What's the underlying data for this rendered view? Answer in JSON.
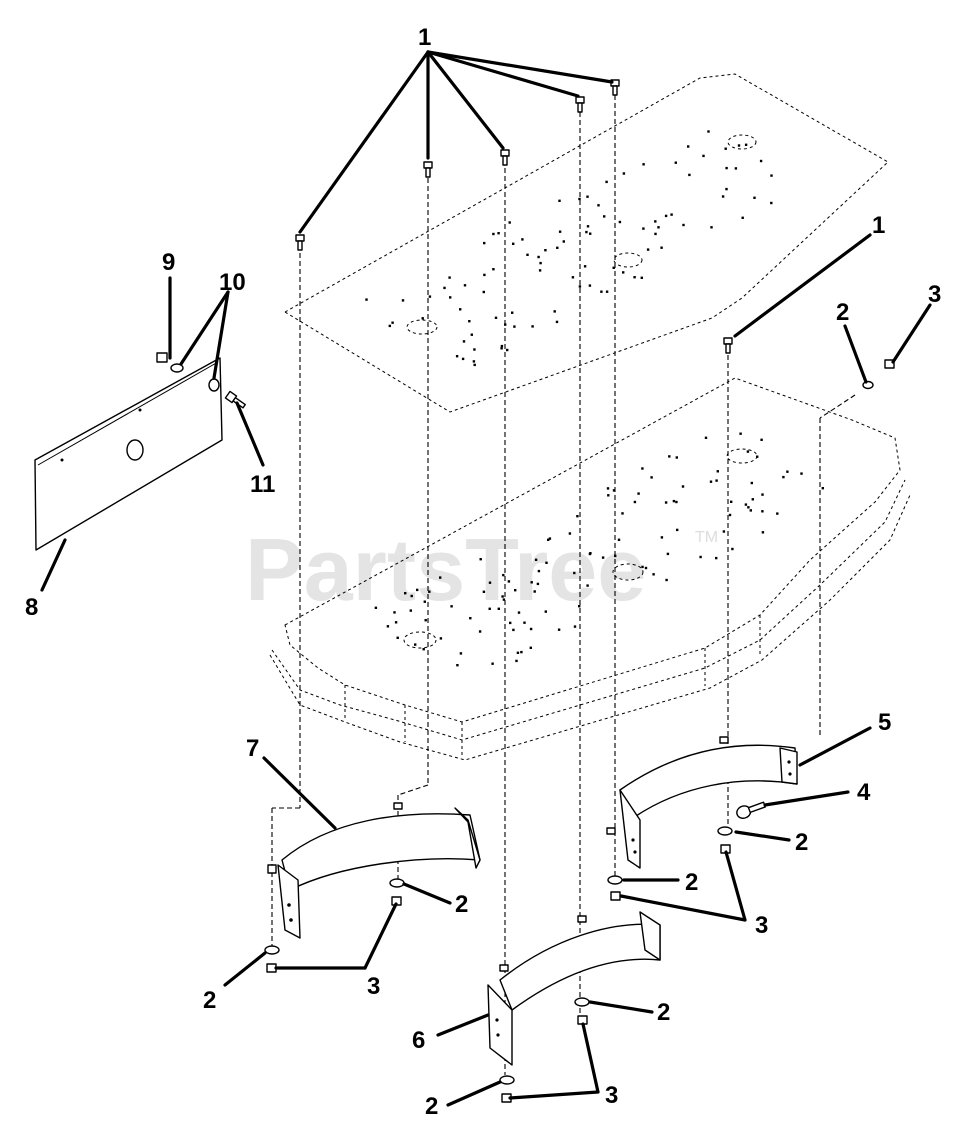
{
  "diagram": {
    "watermark": "PartsTree",
    "trademark": "TM",
    "callouts": [
      {
        "id": "c1-top",
        "label": "1"
      },
      {
        "id": "c1-right",
        "label": "1"
      },
      {
        "id": "c2-topright",
        "label": "2"
      },
      {
        "id": "c3-topright",
        "label": "3"
      },
      {
        "id": "c9",
        "label": "9"
      },
      {
        "id": "c10",
        "label": "10"
      },
      {
        "id": "c11",
        "label": "11"
      },
      {
        "id": "c8",
        "label": "8"
      },
      {
        "id": "c7",
        "label": "7"
      },
      {
        "id": "c5",
        "label": "5"
      },
      {
        "id": "c4",
        "label": "4"
      },
      {
        "id": "c2-right",
        "label": "2"
      },
      {
        "id": "c2-midright",
        "label": "2"
      },
      {
        "id": "c3-midright",
        "label": "3"
      },
      {
        "id": "c2-leftmid",
        "label": "2"
      },
      {
        "id": "c2-leftbot",
        "label": "2"
      },
      {
        "id": "c3-left",
        "label": "3"
      },
      {
        "id": "c2-center",
        "label": "2"
      },
      {
        "id": "c6",
        "label": "6"
      },
      {
        "id": "c2-bottom",
        "label": "2"
      },
      {
        "id": "c3-bottom",
        "label": "3"
      }
    ]
  }
}
